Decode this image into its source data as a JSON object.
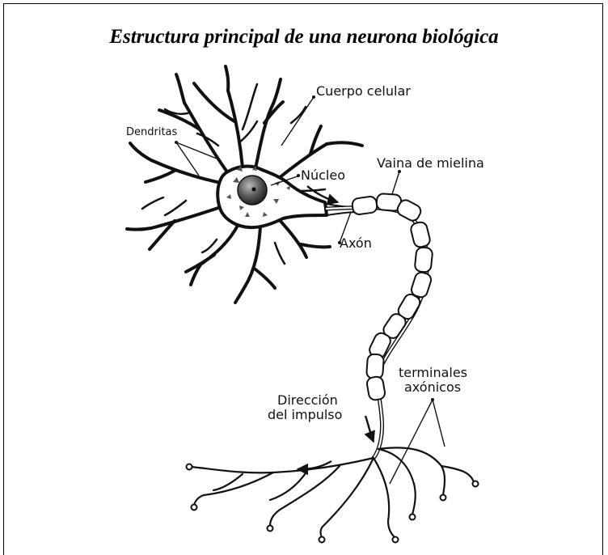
{
  "title": "Estructura principal de una neurona biológica",
  "labels": {
    "dendrites": "Dendritas",
    "cell_body": "Cuerpo celular",
    "nucleus": "Núcleo",
    "myelin": "Vaina de mielina",
    "axon": "Axón",
    "terminals_line1": "terminales",
    "terminals_line2": "axónicos",
    "impulse_line1": "Dirección",
    "impulse_line2": "del impulso"
  }
}
